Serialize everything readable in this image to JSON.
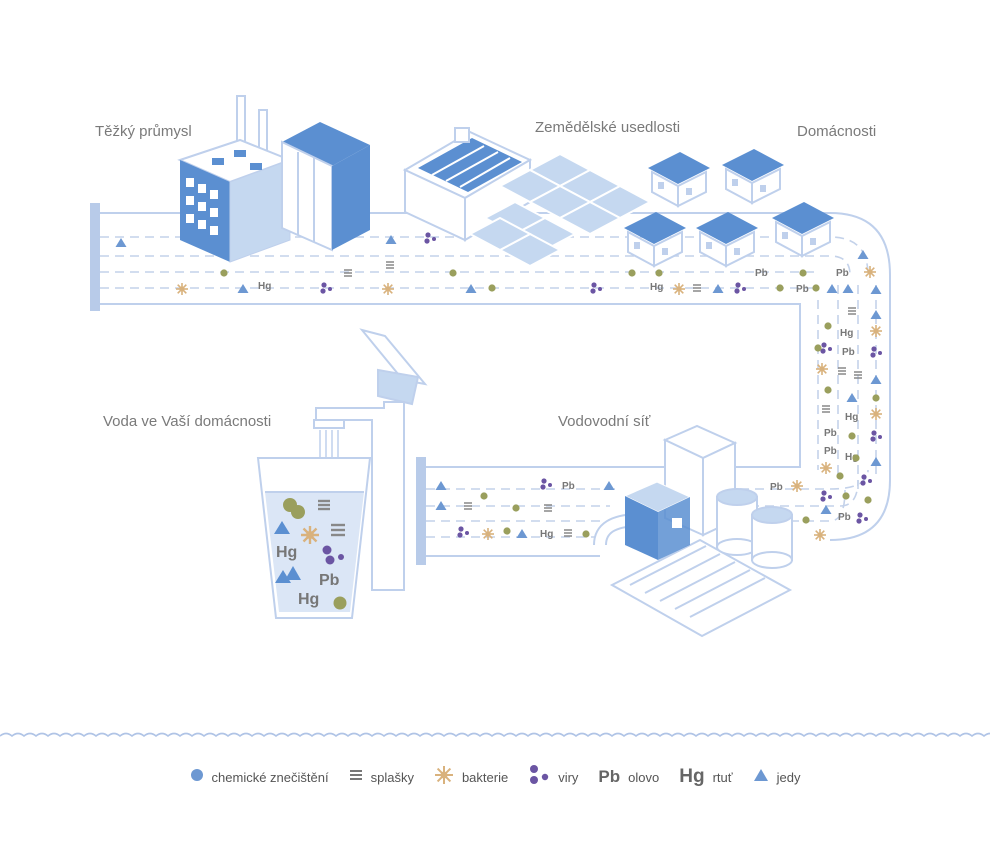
{
  "labels": {
    "industry": "Těžký průmysl",
    "agriculture": "Zemědělské usedlosti",
    "households": "Domácnosti",
    "home_water": "Voda ve Vaší domácnosti",
    "water_network": "Vodovodní síť"
  },
  "legend": [
    {
      "icon": "blue-dot-icon",
      "symbol": "",
      "label": "chemické znečištění"
    },
    {
      "icon": "sewage-lines-icon",
      "symbol": "≡",
      "label": "splašky"
    },
    {
      "icon": "bacteria-star-icon",
      "symbol": "",
      "label": "bakterie"
    },
    {
      "icon": "virus-dots-icon",
      "symbol": "",
      "label": "viry"
    },
    {
      "icon": "lead-text-icon",
      "symbol": "Pb",
      "label": "olovo"
    },
    {
      "icon": "mercury-text-icon",
      "symbol": "Hg",
      "label": "rtuť"
    },
    {
      "icon": "poison-triangle-icon",
      "symbol": "",
      "label": "jedy"
    }
  ],
  "markers": {
    "lead": "Pb",
    "mercury": "Hg",
    "sewage": "≡"
  },
  "colors": {
    "pipe_stroke": "#b9c9e6",
    "pipe_dash": "#c4d2ea",
    "building_dark": "#5b8fd1",
    "building_light": "#c5d8f0",
    "outline": "#bfd0ec",
    "chemical": "#6d98d2",
    "olive": "#9a9f5d",
    "bacteria": "#d9b27d",
    "virus": "#6b55a3",
    "text_marker": "#7a7a7a",
    "wave": "#b0c4e6"
  }
}
